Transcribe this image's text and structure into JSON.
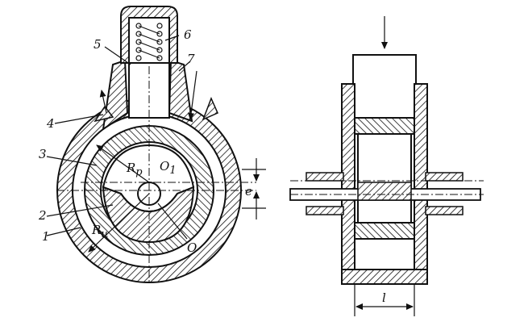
{
  "labels": {
    "n1": "1",
    "n2": "2",
    "n3": "3",
    "n4": "4",
    "n5": "5",
    "n6": "6",
    "n7": "7",
    "rp": "R",
    "rp_sub": "p",
    "o1": "O",
    "o1_sub": "1",
    "o": "O",
    "rtc": "R",
    "rtc_sub": "ц",
    "e": "e",
    "l": "l"
  },
  "colors": {
    "ink": "#111111",
    "paper": "#ffffff"
  }
}
